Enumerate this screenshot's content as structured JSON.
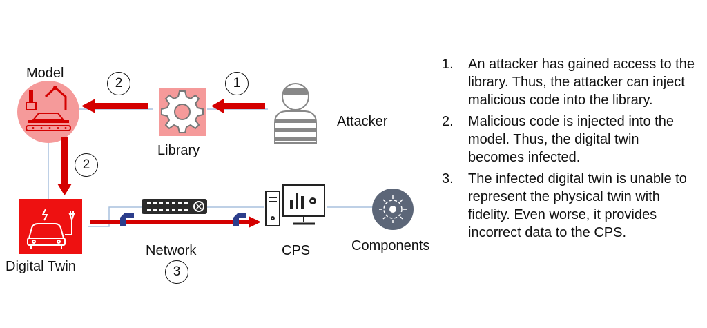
{
  "nodes": {
    "model": "Model",
    "library": "Library",
    "attacker": "Attacker",
    "digital_twin": "Digital Twin",
    "network": "Network",
    "cps": "CPS",
    "components": "Components"
  },
  "markers": [
    "1",
    "2",
    "2",
    "3"
  ],
  "steps": [
    {
      "num": "1.",
      "text": "An attacker has gained access to the library. Thus, the attacker can inject malicious code into the library."
    },
    {
      "num": "2.",
      "text": "Malicious code is injected into the model. Thus, the digital twin becomes infected."
    },
    {
      "num": "3.",
      "text": "The infected digital twin is unable to represent the physical twin with fidelity. Even worse, it provides incorrect data to the CPS."
    }
  ],
  "colors": {
    "arrow": "#d40000",
    "model_circle": "#f59a9a",
    "library_box": "#f59a9a",
    "digital_twin_box": "#ee1111",
    "components_circle": "#5c6678",
    "connector": "#a9c1dd",
    "network_tab": "#2c3e8c"
  },
  "icons": {
    "model": "factory-robot-icon",
    "library": "gear-icon",
    "attacker": "hacker-icon",
    "digital_twin": "ev-car-icon",
    "network": "network-switch-icon",
    "cps": "computer-icon",
    "components": "components-icon"
  }
}
